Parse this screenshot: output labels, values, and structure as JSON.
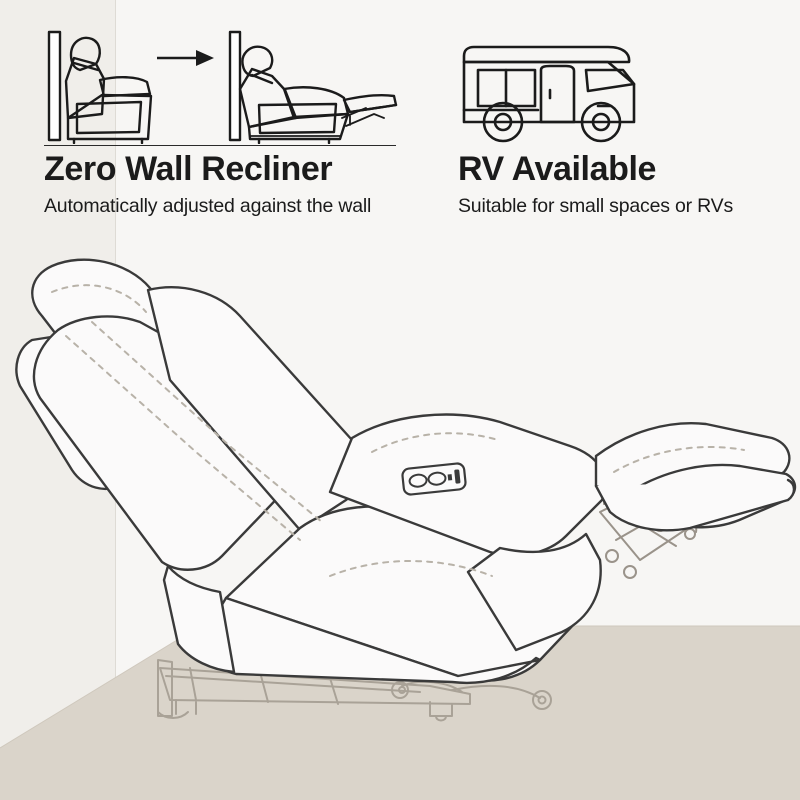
{
  "scene": {
    "background_color": "#f7f6f4",
    "wall_left_color": "#f0eeea",
    "wall_right_color": "#f7f6f4",
    "wall_corner_color": "#dedbd5",
    "floor_color": "#dad4ca",
    "line_color": "#3a3a3a",
    "frame_color": "#a9a297",
    "stitch_color": "#b8b2a8"
  },
  "features": [
    {
      "id": "zero-wall-recliner",
      "title": "Zero Wall Recliner",
      "subtitle": "Automatically adjusted against the wall",
      "icon": "recliner-wall-transition-icon",
      "has_rule": true
    },
    {
      "id": "rv-available",
      "title": "RV Available",
      "subtitle": "Suitable for small spaces or RVs",
      "icon": "rv-icon",
      "has_rule": false
    }
  ],
  "product": {
    "name": "power-recliner-reclined",
    "control_panel": {
      "name": "control-panel",
      "buttons": [
        "oval-button-recline",
        "oval-button-headrest"
      ],
      "indicators": [
        "led-indicator",
        "usb-port"
      ]
    },
    "parts": [
      "headrest-pillow",
      "backrest",
      "armrest",
      "seat-cushion",
      "footrest-extension",
      "scissor-mechanism",
      "base-frame"
    ]
  }
}
